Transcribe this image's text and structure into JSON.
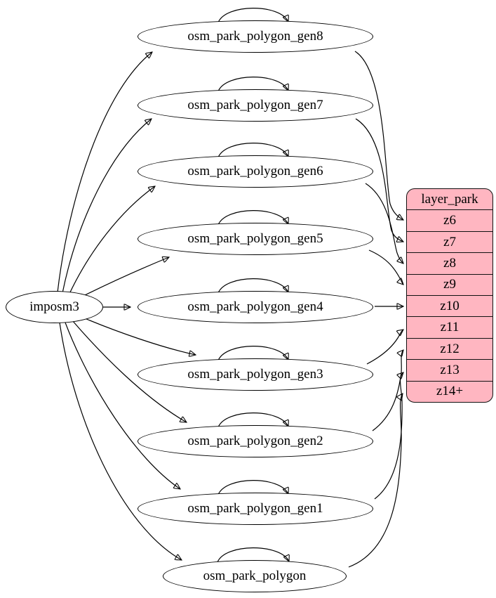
{
  "imposm_node": {
    "label": "imposm3"
  },
  "generalized_tables": [
    {
      "label": "osm_park_polygon_gen8"
    },
    {
      "label": "osm_park_polygon_gen7"
    },
    {
      "label": "osm_park_polygon_gen6"
    },
    {
      "label": "osm_park_polygon_gen5"
    },
    {
      "label": "osm_park_polygon_gen4"
    },
    {
      "label": "osm_park_polygon_gen3"
    },
    {
      "label": "osm_park_polygon_gen2"
    },
    {
      "label": "osm_park_polygon_gen1"
    },
    {
      "label": "osm_park_polygon"
    }
  ],
  "layer_record": {
    "title": "layer_park",
    "rows": [
      "z6",
      "z7",
      "z8",
      "z9",
      "z10",
      "z11",
      "z12",
      "z13",
      "z14+"
    ]
  },
  "colors": {
    "record_fill": "#ffb6c1",
    "node_fill": "#ffffff",
    "stroke": "#000000",
    "background": "#ffffff"
  },
  "edges": {
    "from_imposm3_to": [
      "osm_park_polygon_gen8",
      "osm_park_polygon_gen7",
      "osm_park_polygon_gen6",
      "osm_park_polygon_gen5",
      "osm_park_polygon_gen4",
      "osm_park_polygon_gen3",
      "osm_park_polygon_gen2",
      "osm_park_polygon_gen1",
      "osm_park_polygon"
    ],
    "self_loops": [
      "osm_park_polygon_gen8",
      "osm_park_polygon_gen7",
      "osm_park_polygon_gen6",
      "osm_park_polygon_gen5",
      "osm_park_polygon_gen4",
      "osm_park_polygon_gen3",
      "osm_park_polygon_gen2",
      "osm_park_polygon_gen1",
      "osm_park_polygon"
    ],
    "to_layer_park_rows": [
      {
        "from": "osm_park_polygon_gen8",
        "to": "z6"
      },
      {
        "from": "osm_park_polygon_gen7",
        "to": "z7"
      },
      {
        "from": "osm_park_polygon_gen6",
        "to": "z8"
      },
      {
        "from": "osm_park_polygon_gen5",
        "to": "z9"
      },
      {
        "from": "osm_park_polygon_gen4",
        "to": "z10"
      },
      {
        "from": "osm_park_polygon_gen3",
        "to": "z11"
      },
      {
        "from": "osm_park_polygon_gen2",
        "to": "z12"
      },
      {
        "from": "osm_park_polygon_gen1",
        "to": "z13"
      },
      {
        "from": "osm_park_polygon",
        "to": "z14+"
      }
    ]
  }
}
